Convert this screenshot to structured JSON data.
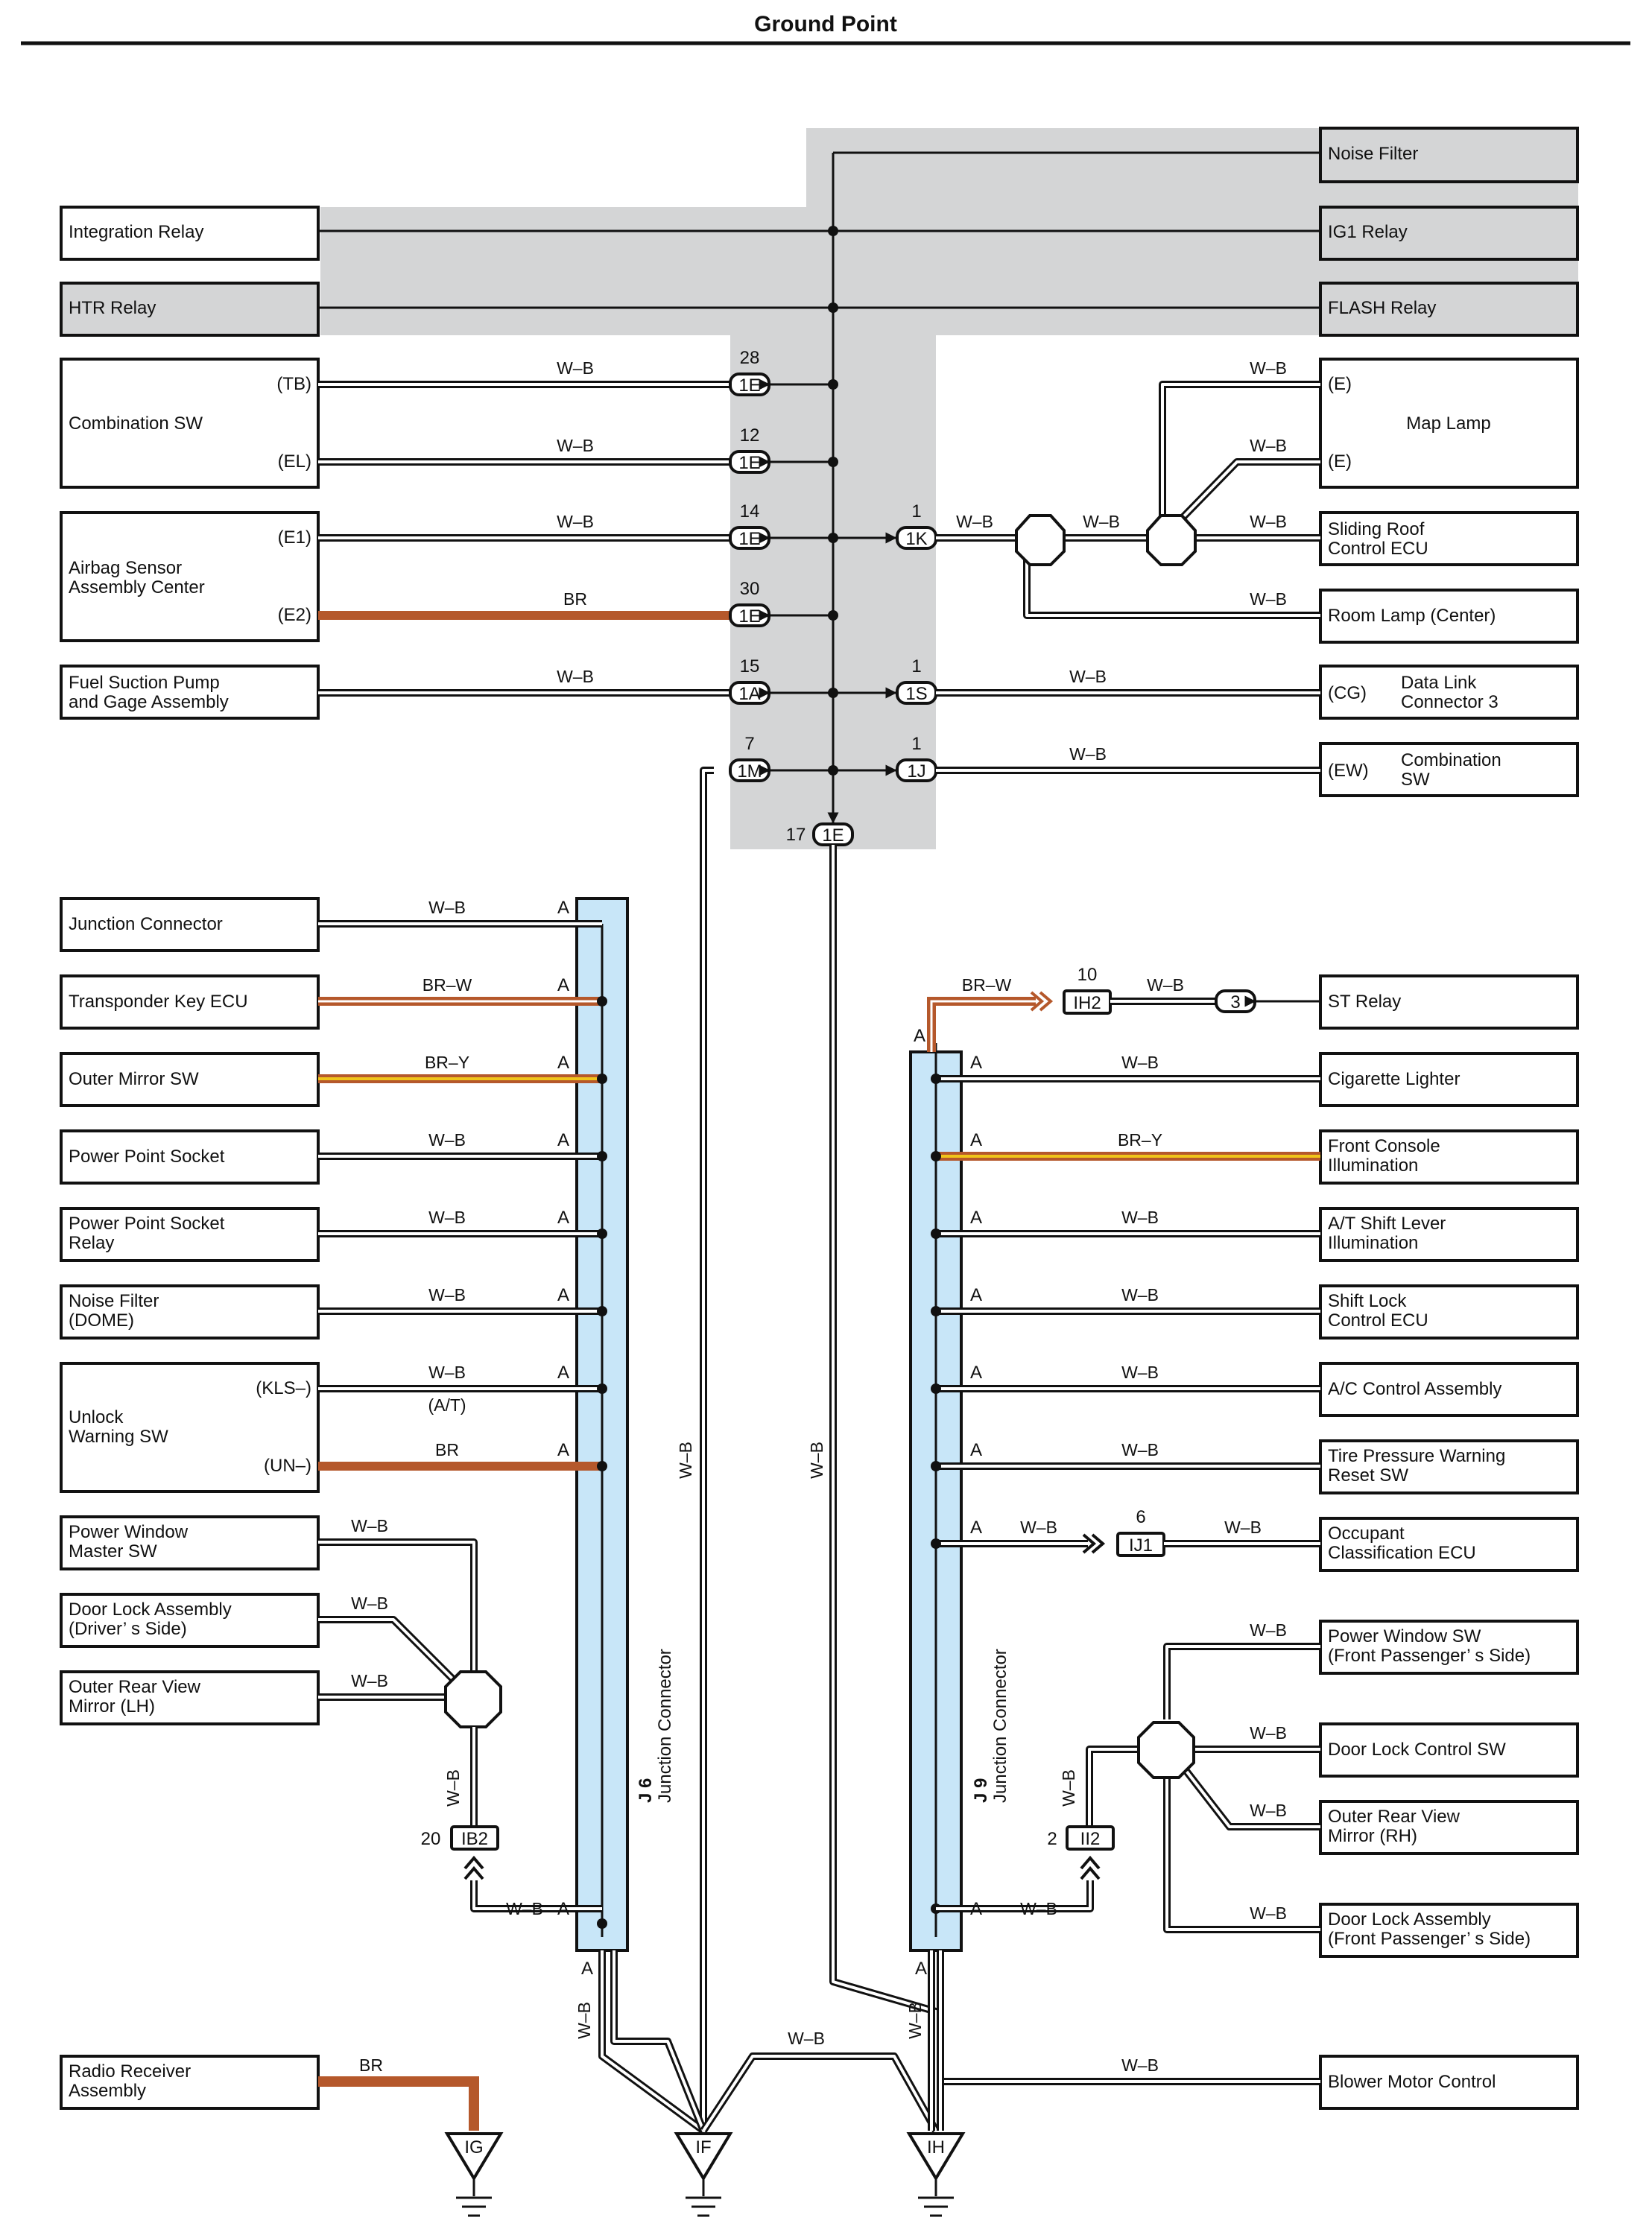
{
  "title": "Ground Point",
  "colors": {
    "br_wire": "#b5582b",
    "br_y_stripe": "#f0c419",
    "junction_fill": "#c8e6f8",
    "shade": "#d4d5d6"
  },
  "components": {
    "noise_filter": "Noise Filter",
    "integration_relay": "Integration Relay",
    "ig1_relay": "IG1 Relay",
    "htr_relay": "HTR Relay",
    "flash_relay": "FLASH Relay",
    "combination_sw": "Combination SW",
    "map_lamp": "Map Lamp",
    "airbag_1": "Airbag Sensor",
    "airbag_2": "Assembly Center",
    "sliding_roof_1": "Sliding Roof",
    "sliding_roof_2": "Control ECU",
    "room_lamp": "Room Lamp (Center)",
    "fuel_pump_1": "Fuel Suction Pump",
    "fuel_pump_2": "and Gage Assembly",
    "dlc3_1": "Data Link",
    "dlc3_2": "Connector 3",
    "comb_sw2_1": "Combination",
    "comb_sw2_2": "SW",
    "junction_connector": "Junction Connector",
    "transponder": "Transponder Key ECU",
    "outer_mirror_sw": "Outer Mirror SW",
    "power_point_socket": "Power Point Socket",
    "pps_relay_1": "Power Point Socket",
    "pps_relay_2": "Relay",
    "noise_filter_dome_1": "Noise Filter",
    "noise_filter_dome_2": "(DOME)",
    "unlock_1": "Unlock",
    "unlock_2": "Warning SW",
    "pw_master_1": "Power Window",
    "pw_master_2": "Master SW",
    "door_lock_drv_1": "Door Lock Assembly",
    "door_lock_drv_2": "(Driver’ s Side)",
    "mirror_lh_1": "Outer Rear View",
    "mirror_lh_2": "Mirror (LH)",
    "radio_1": "Radio Receiver",
    "radio_2": "Assembly",
    "st_relay": "ST Relay",
    "cig_lighter": "Cigarette Lighter",
    "fc_illum_1": "Front Console",
    "fc_illum_2": "Illumination",
    "at_illum_1": "A/T Shift Lever",
    "at_illum_2": "Illumination",
    "shift_lock_1": "Shift Lock",
    "shift_lock_2": "Control ECU",
    "ac_control": "A/C Control Assembly",
    "tire_1": "Tire Pressure Warning",
    "tire_2": "Reset SW",
    "occupant_1": "Occupant",
    "occupant_2": "Classification ECU",
    "pw_pass_1": "Power Window SW",
    "pw_pass_2": "(Front Passenger’ s Side)",
    "door_lock_ctrl": "Door Lock Control SW",
    "mirror_rh_1": "Outer Rear View",
    "mirror_rh_2": "Mirror (RH)",
    "door_lock_pass_1": "Door Lock Assembly",
    "door_lock_pass_2": "(Front Passenger’ s Side)",
    "blower": "Blower Motor Control"
  },
  "pins": {
    "tb": "(TB)",
    "el": "(EL)",
    "e1": "(E1)",
    "e2": "(E2)",
    "e": "(E)",
    "cg": "(CG)",
    "ew": "(EW)",
    "kls": "(KLS–)",
    "un": "(UN–)",
    "at": "(A/T)",
    "a": "A"
  },
  "wires": {
    "wb": "W–B",
    "br": "BR",
    "brw": "BR–W",
    "bry": "BR–Y"
  },
  "connectors": {
    "c1E": "1E",
    "c1K": "1K",
    "c1A": "1A",
    "c1S": "1S",
    "c1M": "1M",
    "c1J": "1J",
    "cIH2": "IH2",
    "c3": "3",
    "cIJ1": "IJ1",
    "cIB2": "IB2",
    "cII2": "II2",
    "n28": "28",
    "n12": "12",
    "n14": "14",
    "n30": "30",
    "n15": "15",
    "n7": "7",
    "n1": "1",
    "n17": "17",
    "n10": "10",
    "n6": "6",
    "n20": "20",
    "n2": "2"
  },
  "junctions": {
    "j6_code": "J 6",
    "j9_code": "J 9",
    "name": "Junction Connector"
  },
  "grounds": {
    "ig": "IG",
    "if": "IF",
    "ih": "IH"
  }
}
